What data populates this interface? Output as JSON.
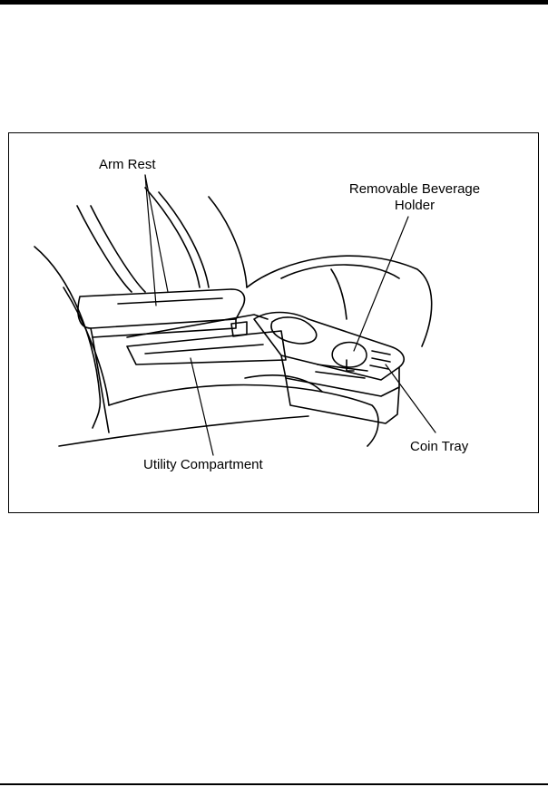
{
  "figure": {
    "labels": {
      "arm_rest": "Arm Rest",
      "beverage_holder_line1": "Removable Beverage",
      "beverage_holder_line2": "Holder",
      "coin_tray": "Coin Tray",
      "utility_compartment": "Utility Compartment"
    }
  }
}
